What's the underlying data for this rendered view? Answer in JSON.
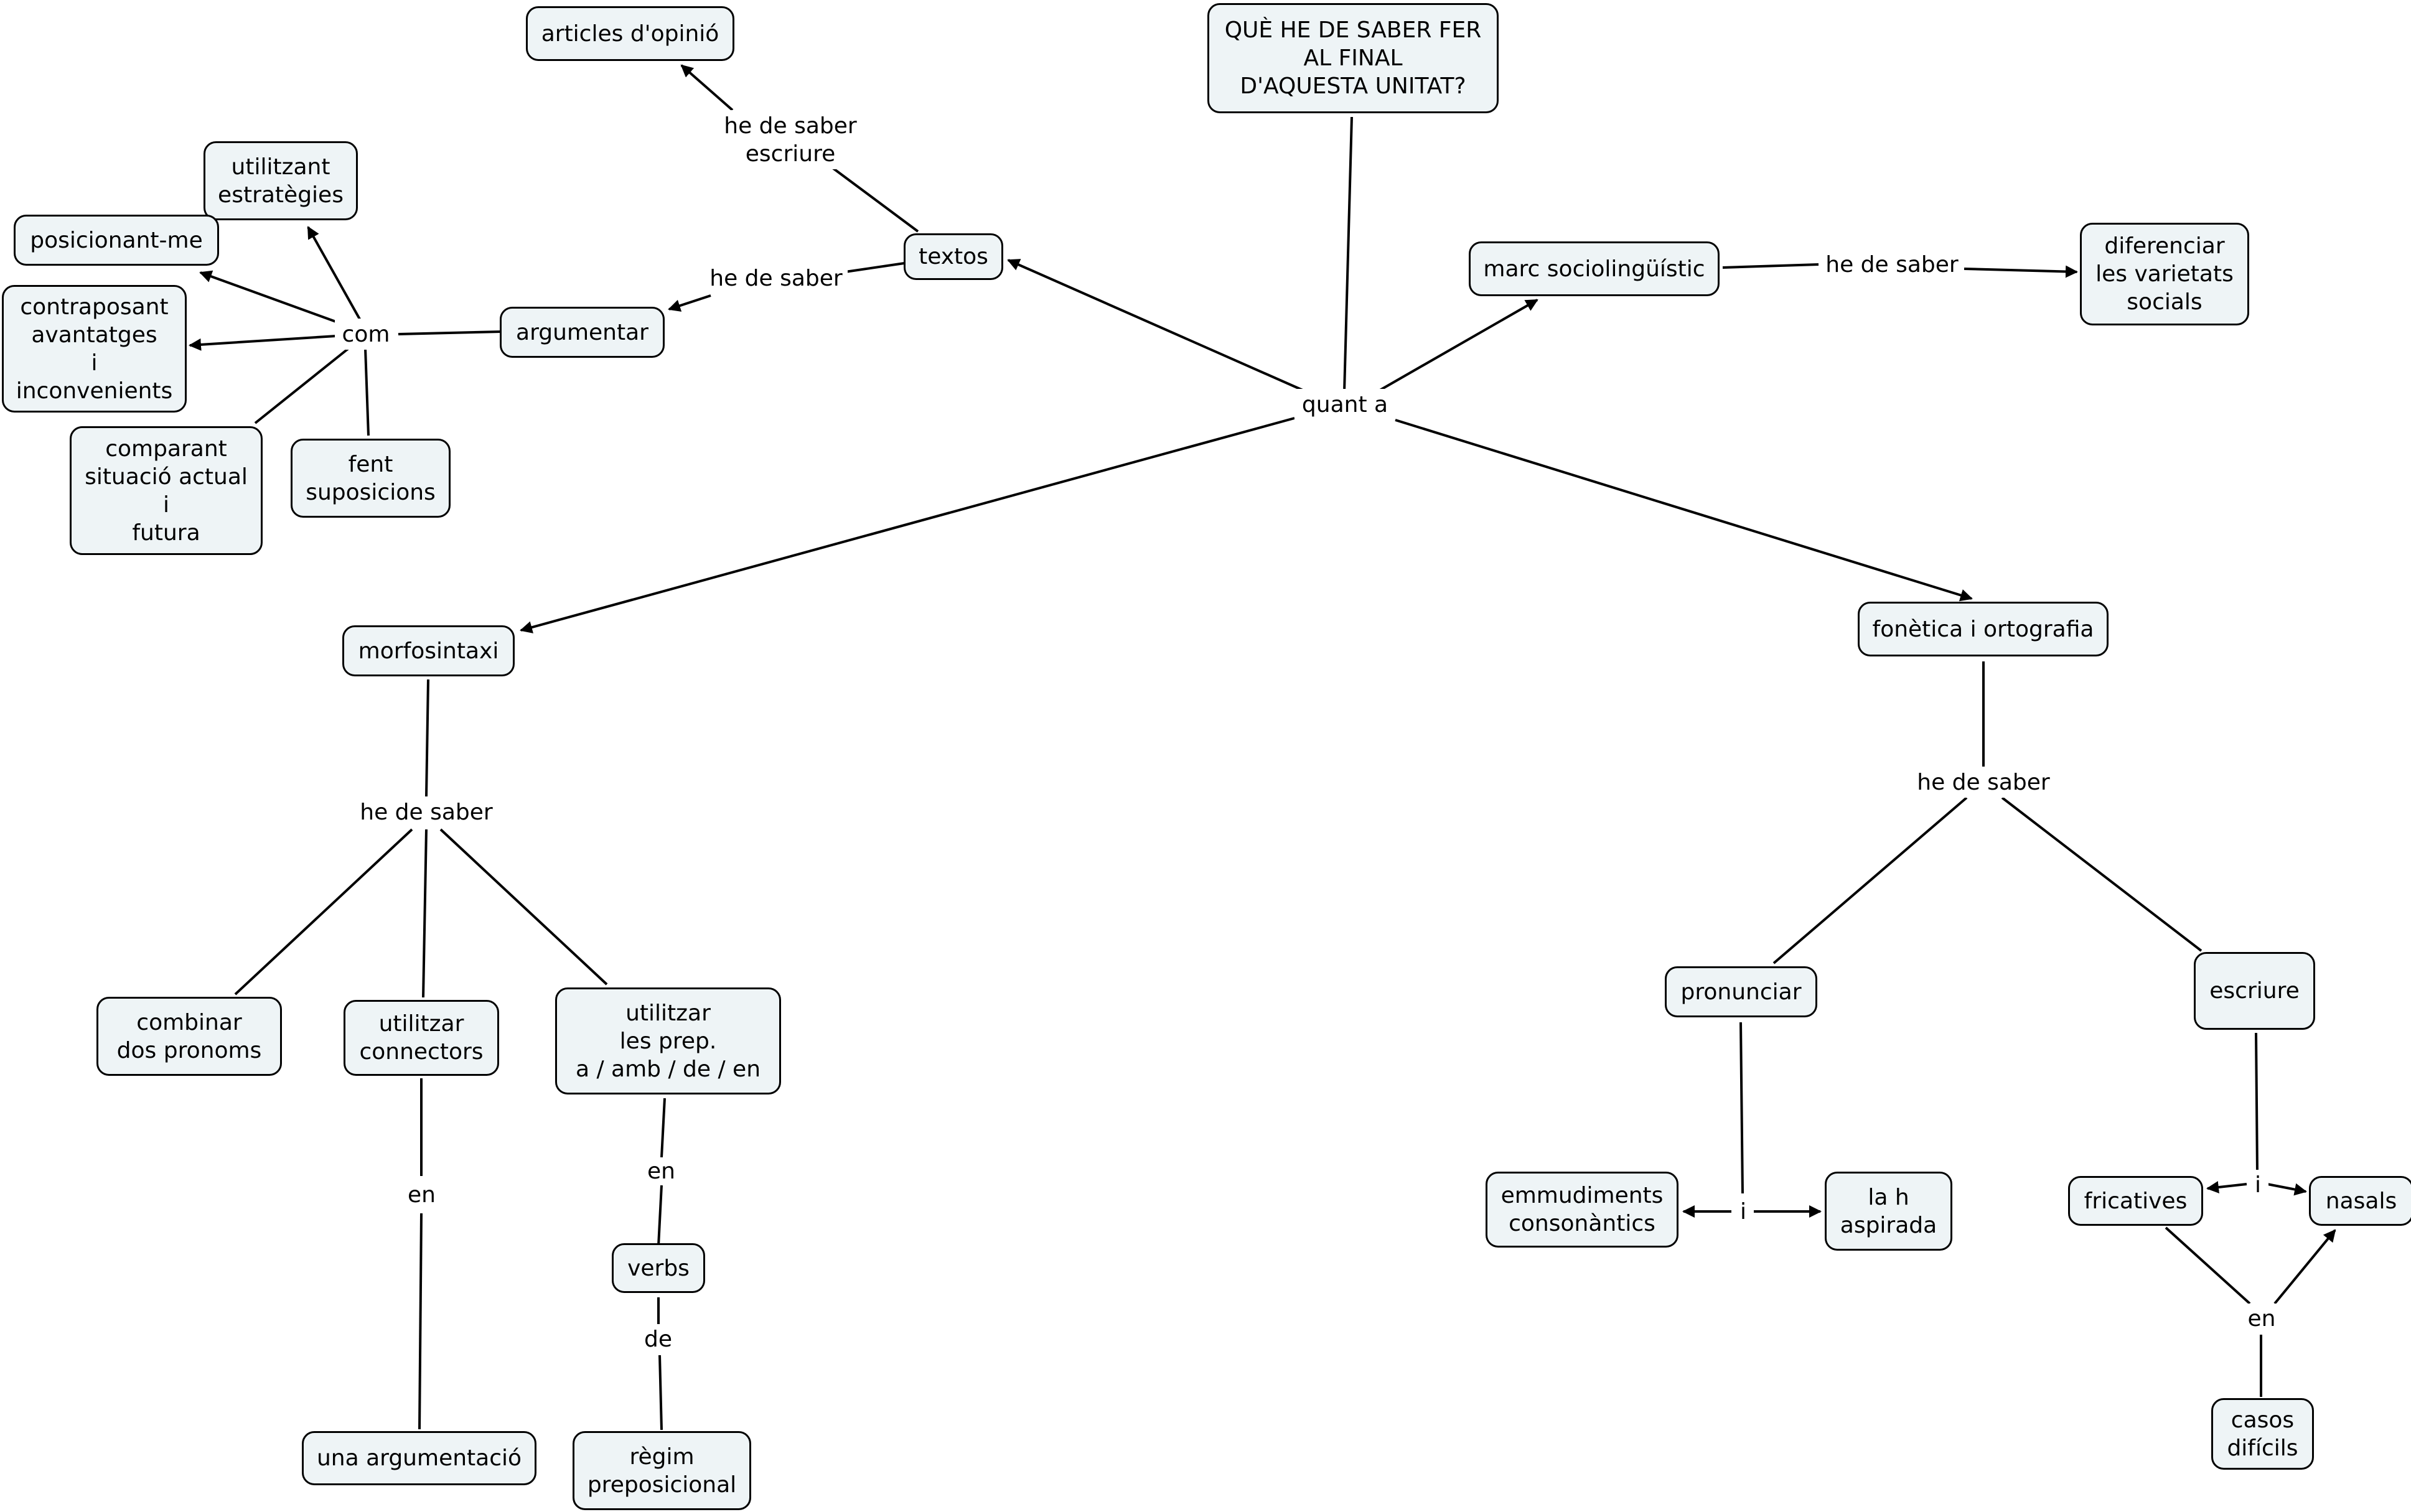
{
  "nodes": {
    "root": "QUÈ HE DE SABER FER\nAL FINAL\nD'AQUESTA UNITAT?",
    "textos": "textos",
    "articles": "articles d'opinió",
    "argumentar": "argumentar",
    "estrategies": "utilitzant\nestratègies",
    "posicionant": "posicionant-me",
    "contraposant": "contraposant\navantatges\ni\ninconvenients",
    "comparant": "comparant\nsituació actual\ni\nfutura",
    "suposicions": "fent\nsuposicions",
    "marc": "marc sociolingüístic",
    "diferenciar": "diferenciar\nles varietats\nsocials",
    "morfosintaxi": "morfosintaxi",
    "combinar": "combinar\ndos pronoms",
    "connectors": "utilitzar\nconnectors",
    "prep": "utilitzar\nles prep.\na / amb / de / en",
    "verbs": "verbs",
    "regim": "règim\npreposicional",
    "argumentacio": "una argumentació",
    "fonetica": "fonètica i ortografia",
    "pronunciar": "pronunciar",
    "escriure": "escriure",
    "emmudiments": "emmudiments\nconsonàntics",
    "h": "la h\naspirada",
    "fricatives": "fricatives",
    "nasals": "nasals",
    "casos": "casos\ndifícils"
  },
  "labels": {
    "quant": "quant a",
    "escriure_lbl": "he de saber\nescriure",
    "hds_textos": "he de saber",
    "com": "com",
    "hds_marc": "he de saber",
    "hds_morfo": "he de saber",
    "en_connectors": "en",
    "en_prep": "en",
    "de_verbs": "de",
    "hds_fonetica": "he de saber",
    "i_pron": "i",
    "i_escr": "i",
    "en_casos": "en"
  },
  "colors": {
    "node_fill": "#eef4f6",
    "stroke": "#000000"
  }
}
